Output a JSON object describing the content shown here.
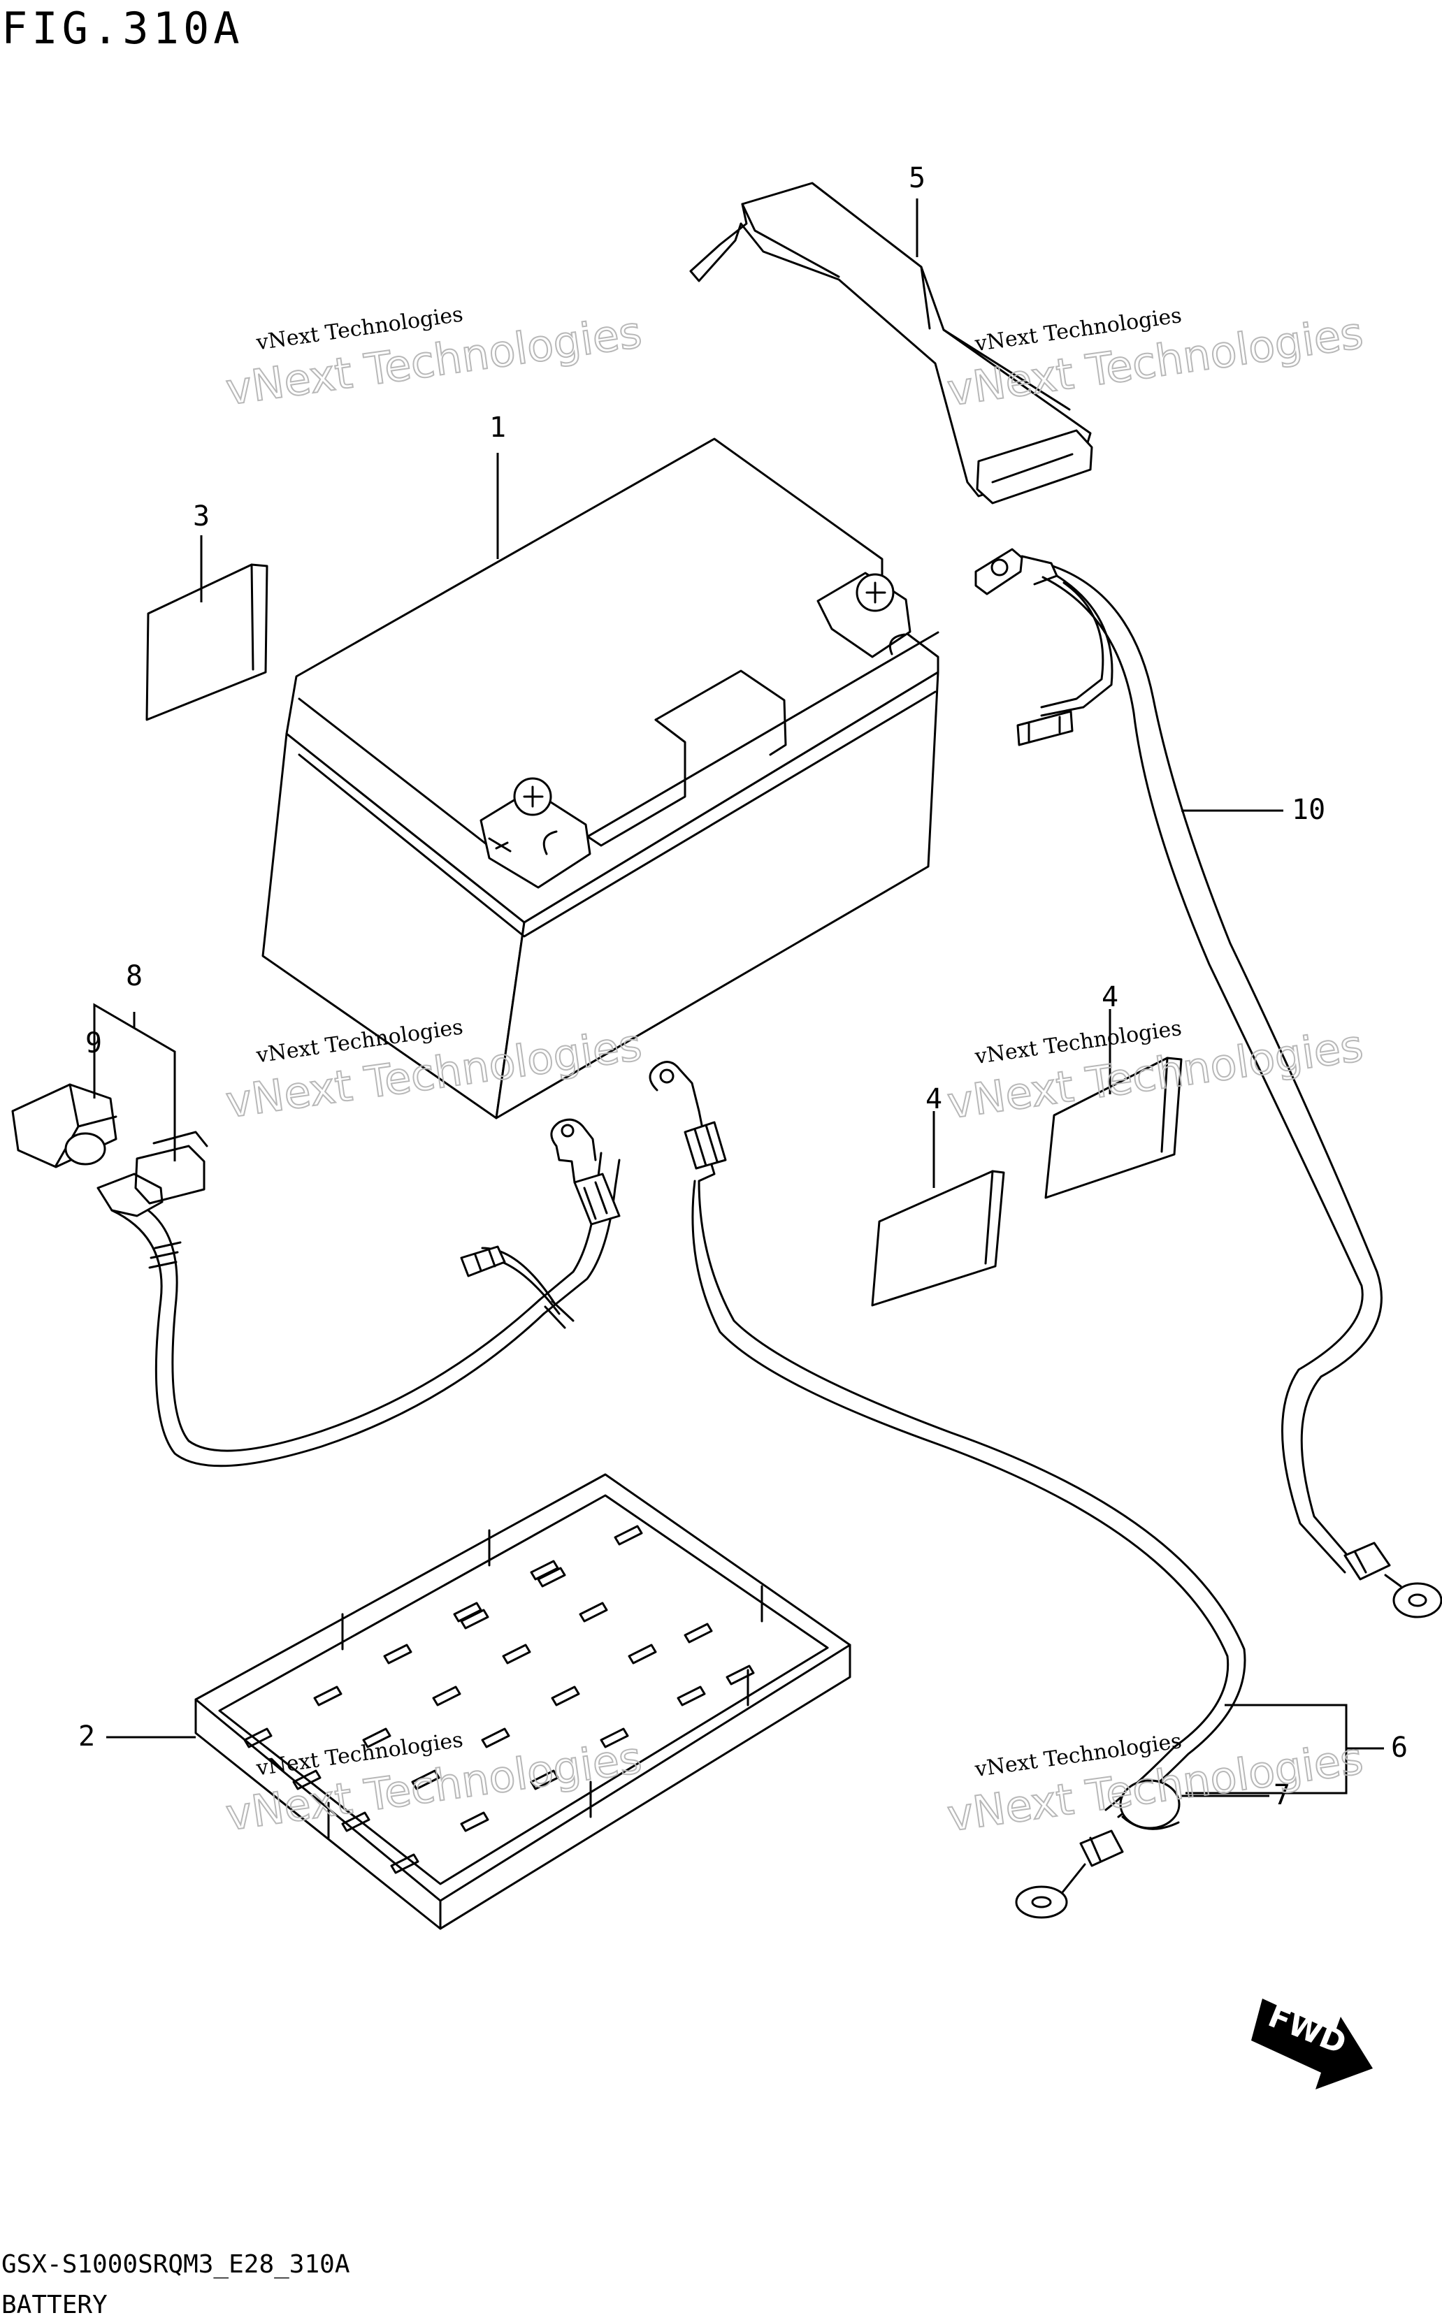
{
  "title": "FIG.310A",
  "footer": {
    "model_code": "GSX-S1000SRQM3_E28_310A",
    "section_name": "BATTERY"
  },
  "watermark": {
    "line1": "vNext Technologies",
    "line2": "vNext Technologies"
  },
  "direction_badge": "FWD",
  "callouts": {
    "p1": "1",
    "p2": "2",
    "p3": "3",
    "p4a": "4",
    "p4b": "4",
    "p5": "5",
    "p6": "6",
    "p7": "7",
    "p8": "8",
    "p9": "9",
    "p10": "10"
  }
}
